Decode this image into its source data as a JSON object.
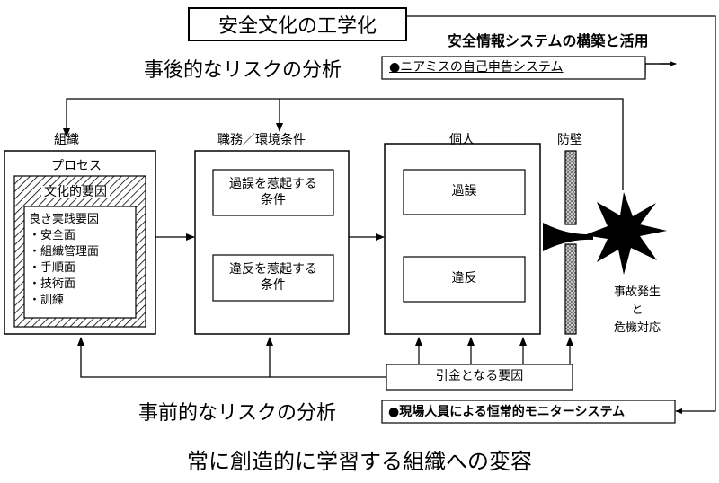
{
  "title": "安全文化の工学化",
  "system_heading": "安全情報システムの構築と活用",
  "post_analysis": "事後的なリスクの分析",
  "pre_analysis": "事前的なリスクの分析",
  "near_miss_system": "●ニアミスの自己申告システム",
  "monitor_system": "●現場人員による恒常的モニターシステム",
  "bottom_caption": "常に創造的に学習する組織への変容",
  "organization": {
    "label": "組織",
    "process": "プロセス",
    "culture": "文化的要因",
    "good_practice": "良き実践要因",
    "items": [
      "・安全面",
      "・組織管理面",
      "・手順面",
      "・技術面",
      "・訓練"
    ]
  },
  "job_environment": {
    "label": "職務／環境条件",
    "error_inducing": [
      "過誤を惹起する",
      "条件"
    ],
    "violation_inducing": [
      "違反を惹起する",
      "条件"
    ]
  },
  "individual": {
    "label": "個人",
    "error": "過誤",
    "violation": "違反"
  },
  "barrier": "防壁",
  "trigger": "引金となる要因",
  "accident": [
    "事故発生",
    "と",
    "危機対応"
  ]
}
